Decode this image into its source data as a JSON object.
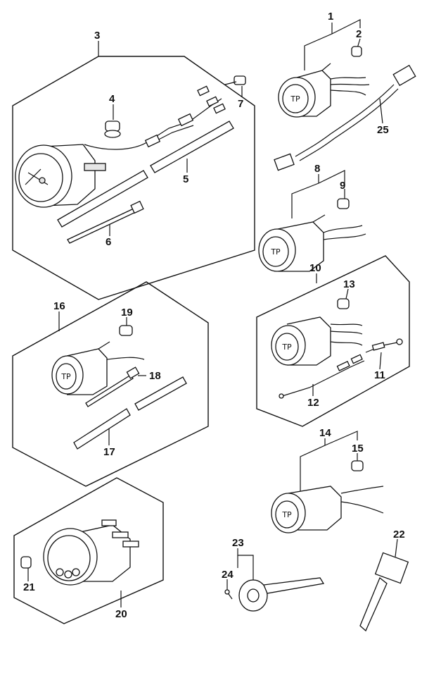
{
  "callouts": {
    "c1": "1",
    "c2": "2",
    "c3": "3",
    "c4": "4",
    "c5": "5",
    "c6": "6",
    "c7": "7",
    "c8": "8",
    "c9": "9",
    "c10": "10",
    "c11": "11",
    "c12": "12",
    "c13": "13",
    "c14": "14",
    "c15": "15",
    "c16": "16",
    "c17": "17",
    "c18": "18",
    "c19": "19",
    "c20": "20",
    "c21": "21",
    "c22": "22",
    "c23": "23",
    "c24": "24",
    "c25": "25"
  },
  "gauge_face_text": "TP"
}
